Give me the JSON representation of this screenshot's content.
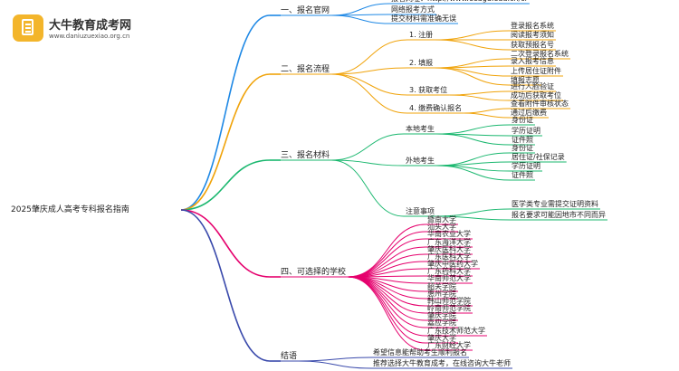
{
  "brand": {
    "name": "大牛教育成考网",
    "url": "www.daniuzuexiao.org.cn"
  },
  "root": "2025肇庆成人高考专科报名指南",
  "branches": [
    {
      "label": "一、报名官网",
      "color": "#1e88e5",
      "children": [
        {
          "label": "报名网址：http://www.eeagd.edu.cn/cr"
        },
        {
          "label": "网络报考方式"
        },
        {
          "label": "提交材料需准确无误"
        }
      ]
    },
    {
      "label": "二、报名流程",
      "color": "#f0a30a",
      "children": [
        {
          "label": "1. 注册",
          "children": [
            {
              "label": "登录报名系统"
            },
            {
              "label": "阅读报考须知"
            },
            {
              "label": "获取预报名号"
            }
          ]
        },
        {
          "label": "2. 填报",
          "children": [
            {
              "label": "二次登录报名系统"
            },
            {
              "label": "录入报考信息"
            },
            {
              "label": "上传居住证附件"
            },
            {
              "label": "填报志愿"
            }
          ]
        },
        {
          "label": "3. 获取考位",
          "children": [
            {
              "label": "进行人脸验证"
            },
            {
              "label": "成功后获取考位"
            }
          ]
        },
        {
          "label": "4. 缴费确认报名",
          "children": [
            {
              "label": "查看附件审核状态"
            },
            {
              "label": "通过后缴费"
            }
          ]
        }
      ]
    },
    {
      "label": "三、报名材料",
      "color": "#19b76e",
      "children": [
        {
          "label": "本地考生",
          "children": [
            {
              "label": "身份证"
            },
            {
              "label": "学历证明"
            },
            {
              "label": "证件照"
            }
          ]
        },
        {
          "label": "外地考生",
          "children": [
            {
              "label": "身份证"
            },
            {
              "label": "居住证/社保记录"
            },
            {
              "label": "学历证明"
            },
            {
              "label": "证件照"
            }
          ]
        },
        {
          "label": "注意事项",
          "children": [
            {
              "label": "医学类专业需提交证明资料"
            },
            {
              "label": "报名要求可能因地市不同而异"
            }
          ]
        }
      ]
    },
    {
      "label": "四、可选择的学校",
      "color": "#e5006d",
      "children": [
        {
          "label": "暨南大学"
        },
        {
          "label": "汕头大学"
        },
        {
          "label": "华南农业大学"
        },
        {
          "label": "广东海洋大学"
        },
        {
          "label": "肇庆医科大学"
        },
        {
          "label": "广东医科大学"
        },
        {
          "label": "肇庆中医药大学"
        },
        {
          "label": "广东药科大学"
        },
        {
          "label": "华南师范大学"
        },
        {
          "label": "韶关学院"
        },
        {
          "label": "惠州学院"
        },
        {
          "label": "韩山师范学院"
        },
        {
          "label": "岭南师范学院"
        },
        {
          "label": "肇庆学院"
        },
        {
          "label": "嘉应学院"
        },
        {
          "label": "广东技术师范大学"
        },
        {
          "label": "肇庆大学"
        },
        {
          "label": "广东财经大学"
        }
      ]
    },
    {
      "label": "结语",
      "color": "#3949ab",
      "children": [
        {
          "label": "希望信息能帮助考生顺利报名"
        },
        {
          "label": "推荐选择大牛教育成考，在线咨询大牛老师"
        }
      ]
    }
  ]
}
